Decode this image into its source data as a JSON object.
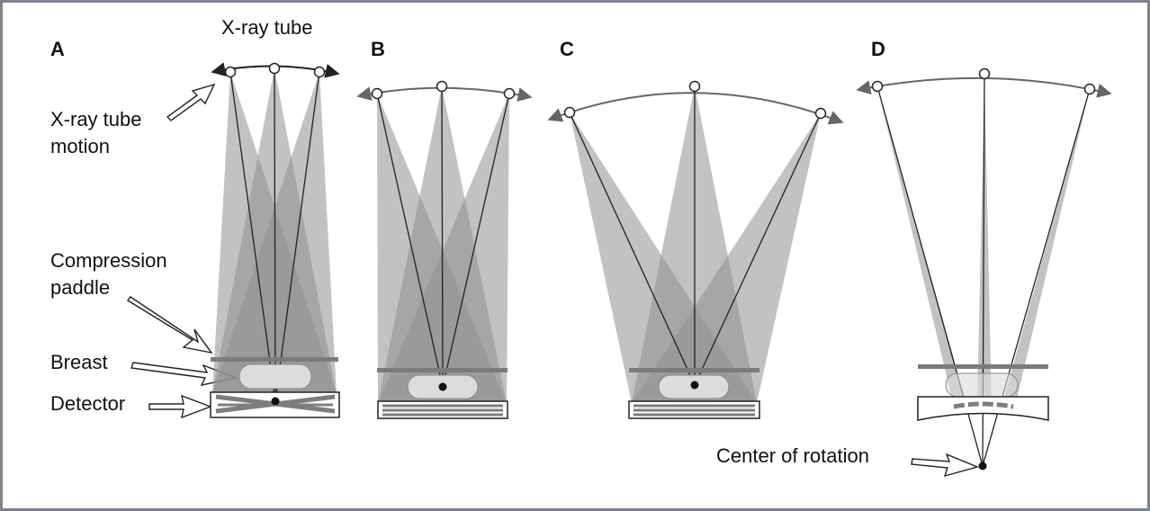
{
  "labels": {
    "xray_tube": "X-ray tube",
    "tube_motion_line1": "X-ray tube",
    "tube_motion_line2": "motion",
    "compression_line1": "Compression",
    "compression_line2": "paddle",
    "breast": "Breast",
    "detector": "Detector",
    "center_of_rotation": "Center of rotation"
  },
  "panels": [
    {
      "letter": "A"
    },
    {
      "letter": "B"
    },
    {
      "letter": "C"
    },
    {
      "letter": "D"
    }
  ],
  "colors": {
    "beam": "#8f8f8f",
    "paddle": "#7b7b7b",
    "breast": "#dcdcdc",
    "detector_bar": "#7d7d7d",
    "border": "#7f8389"
  }
}
